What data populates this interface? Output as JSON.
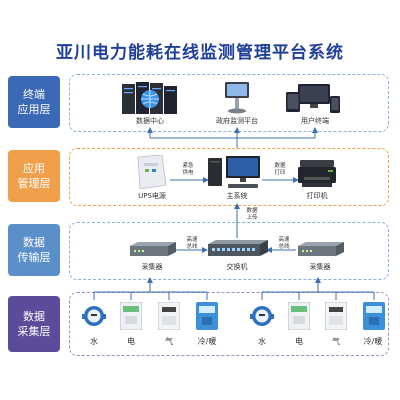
{
  "title": "亚川电力能耗在线监测管理平台系统",
  "colors": {
    "blue": "#3b69b6",
    "orange": "#f0a04b",
    "teal": "#5b8fc9",
    "purple": "#5b4b9a",
    "title": "#1f3f99"
  },
  "layers": [
    {
      "label": "终端\n应用层"
    },
    {
      "label": "应用\n管理层"
    },
    {
      "label": "数据\n传输层"
    },
    {
      "label": "数据\n采集层"
    }
  ],
  "terminal": {
    "data_center": "数据中心",
    "gov_platform": "政府监测平台",
    "user_terminal": "用户终端"
  },
  "management": {
    "ups": "UPS电源",
    "main_system": "主系统",
    "printer": "打印机",
    "emergency_power": "紧急\n供电",
    "data_print": "数据\n打印",
    "data_upload": "数据\n上传"
  },
  "transport": {
    "collector_left": "采集器",
    "switch": "交换机",
    "collector_right": "采集器",
    "bus_left": "高速\n总线",
    "bus_right": "高速\n总线"
  },
  "collection": {
    "left": [
      "水",
      "电",
      "气",
      "冷/暖"
    ],
    "right": [
      "水",
      "电",
      "气",
      "冷/暖"
    ]
  }
}
